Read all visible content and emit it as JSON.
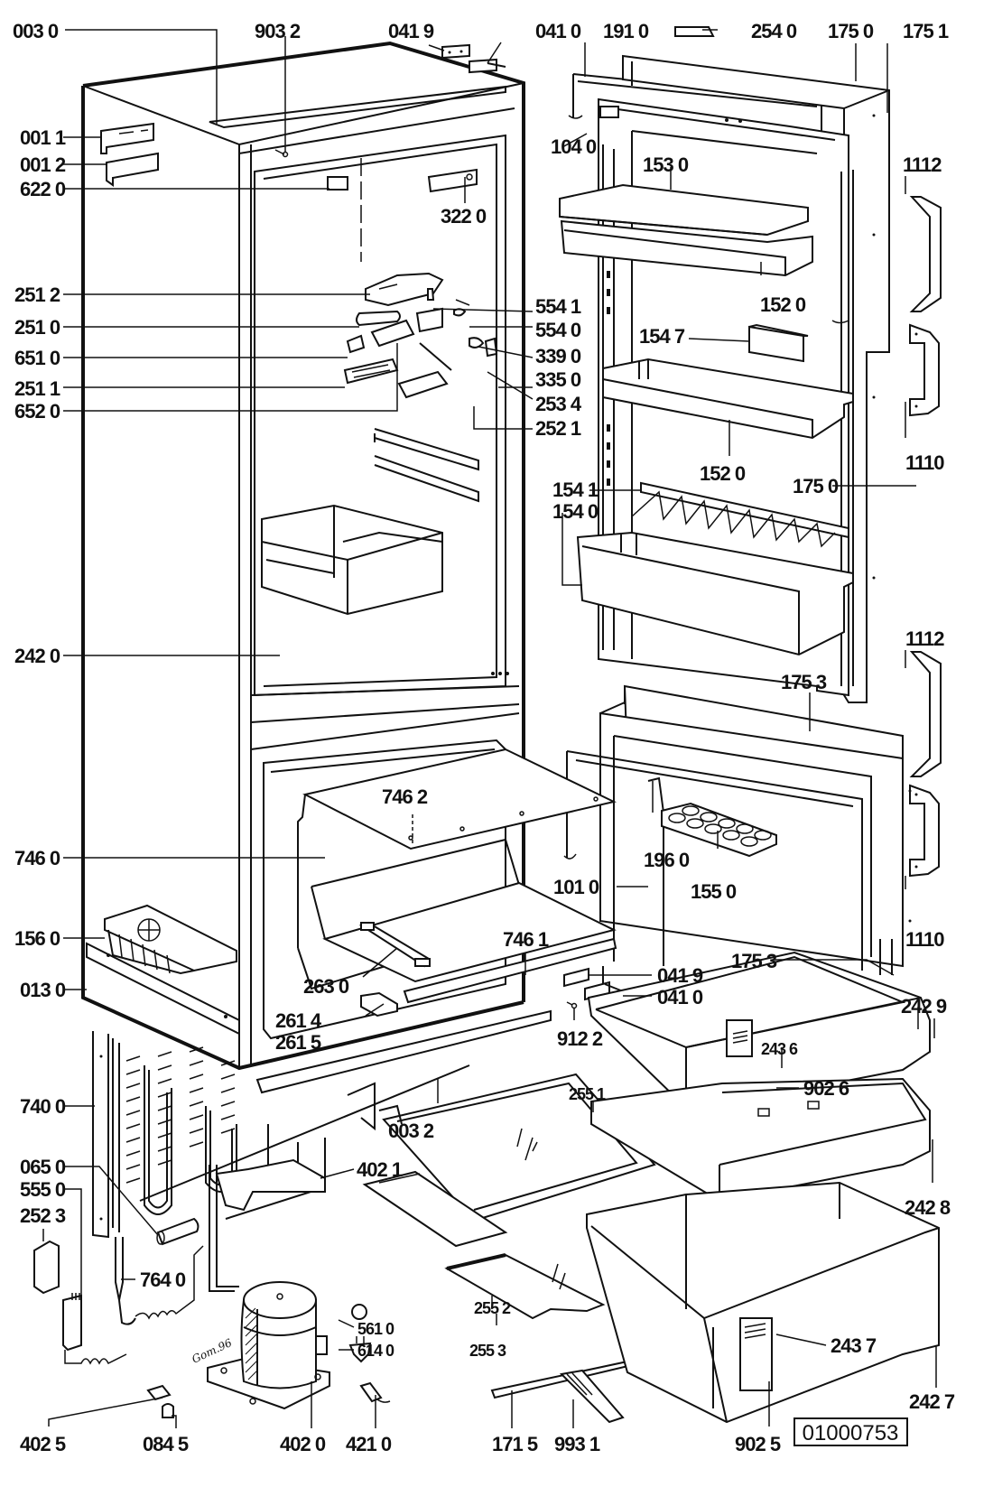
{
  "diagram": {
    "title": "Refrigerator exploded parts diagram",
    "document_number": "01000753",
    "signature": "Gom.96"
  },
  "labels": {
    "p0030": "003 0",
    "p9032": "903 2",
    "p0419_top": "041 9",
    "p0410_top": "041 0",
    "p1910": "191 0",
    "p2540": "254 0",
    "p1750_top": "175 0",
    "p1751": "175 1",
    "p0011": "001 1",
    "p0012": "001 2",
    "p6220": "622 0",
    "p1040": "104 0",
    "p1530": "153 0",
    "p1112_top": "1112",
    "p3220": "322 0",
    "p1520_top": "152 0",
    "p2512": "251 2",
    "p5541": "554 1",
    "p2510": "251 0",
    "p5540": "554 0",
    "p1547": "154 7",
    "p6510": "651 0",
    "p3390": "339 0",
    "p2511": "251 1",
    "p3350": "335 0",
    "p2534": "253 4",
    "p6520": "652 0",
    "p2521": "252 1",
    "p1520_mid": "152 0",
    "p1110_top": "1110",
    "p1750_mid": "175 0",
    "p1541": "154 1",
    "p1540": "154 0",
    "p2420": "242 0",
    "p1112_mid": "1112",
    "p1753_top": "175 3",
    "p7462": "746 2",
    "p7460": "746 0",
    "p1960": "196 0",
    "p1550": "155 0",
    "p1010": "101 0",
    "p1110_mid": "1110",
    "p1560": "156 0",
    "p7461": "746 1",
    "p1753_mid": "175 3",
    "p0130": "013 0",
    "p2630": "263 0",
    "p0419_low": "041 9",
    "p0410_low": "041 0",
    "p2614": "261 4",
    "p2615": "261 5",
    "p9122": "912 2",
    "p2429": "242 9",
    "p2436": "243 6",
    "p7400": "740 0",
    "p0032": "003 2",
    "p9026": "902 6",
    "p2551": "255 1",
    "p0650": "065 0",
    "p5550": "555 0",
    "p2523": "252 3",
    "p4021": "402 1",
    "p2428": "242 8",
    "p7640": "764 0",
    "p2552": "255 2",
    "p5610": "561 0",
    "p6140": "614 0",
    "p2553": "255 3",
    "p2437": "243 7",
    "p2427": "242 7",
    "p4025": "402 5",
    "p0845": "084 5",
    "p4020": "402 0",
    "p4210": "421 0",
    "p1715": "171 5",
    "p9931": "993 1",
    "p9025": "902 5"
  },
  "icons": {
    "compressor": "compressor-icon",
    "ice-tray": "ice-cube-tray-icon",
    "egg-tray": "egg-tray-icon"
  }
}
